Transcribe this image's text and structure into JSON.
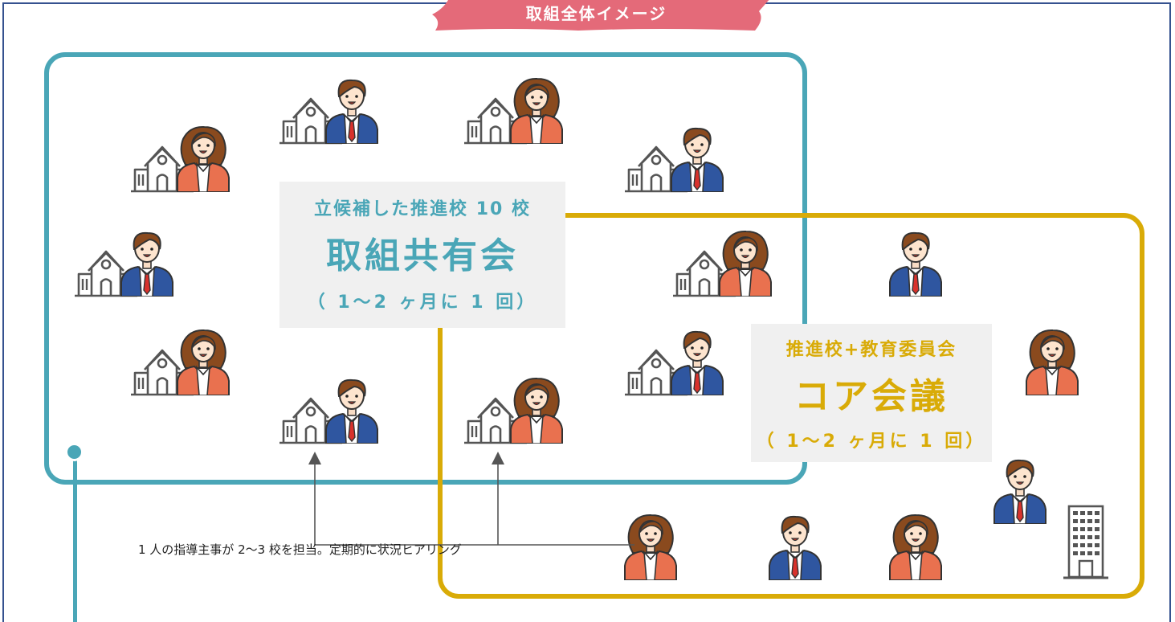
{
  "header": {
    "title": "取組全体イメージ"
  },
  "group_sharing": {
    "subtitle": "立候補した推進校 10 校",
    "name": "取組共有会",
    "frequency": "（ 1～2 ヶ月に 1 回）"
  },
  "group_core": {
    "subtitle": "推進校+教育委員会",
    "name": "コア会議",
    "frequency": "（ 1～2 ヶ月に 1 回）"
  },
  "note": "1 人の指導主事が 2～3 校を担当。定期的に状況ヒアリング",
  "colors": {
    "teal": "#4aa6b7",
    "gold": "#d9ab07",
    "frame": "#35528f",
    "title_brush": "#e46a79"
  },
  "icons": [
    "school-icon",
    "teacher-man-icon",
    "teacher-woman-icon",
    "office-building-icon"
  ]
}
